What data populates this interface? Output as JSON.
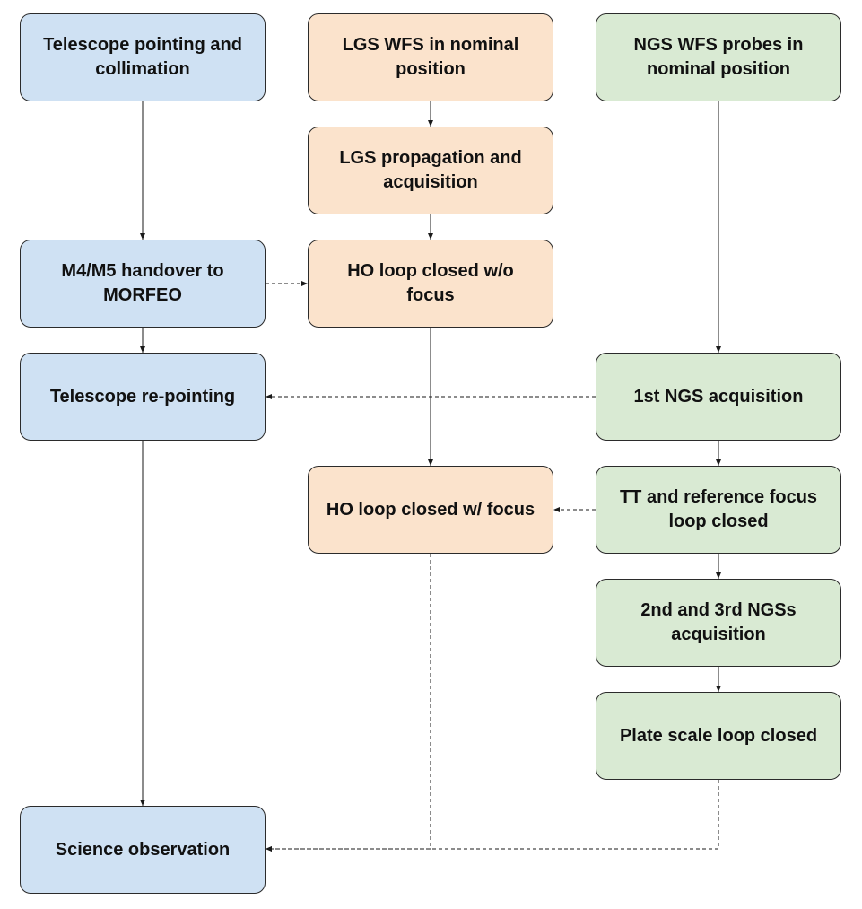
{
  "colors": {
    "blue": "#cfe1f3",
    "orange": "#fbe3cc",
    "green": "#d9ead3",
    "line": "#1a1a1a"
  },
  "nodes": {
    "telescope_pointing": {
      "label": "Telescope pointing and collimation",
      "color": "blue"
    },
    "lgs_wfs_nominal": {
      "label": "LGS WFS in nominal position",
      "color": "orange"
    },
    "ngs_wfs_nominal": {
      "label": "NGS WFS probes in nominal position",
      "color": "green"
    },
    "lgs_propagation": {
      "label": "LGS propagation and acquisition",
      "color": "orange"
    },
    "m4m5_handover": {
      "label": "M4/M5 handover to MORFEO",
      "color": "blue"
    },
    "ho_loop_wo_focus": {
      "label": "HO loop closed w/o focus",
      "color": "orange"
    },
    "telescope_repointing": {
      "label": "Telescope re-pointing",
      "color": "blue"
    },
    "first_ngs": {
      "label": "1st NGS acquisition",
      "color": "green"
    },
    "ho_loop_w_focus": {
      "label": "HO loop closed w/ focus",
      "color": "orange"
    },
    "tt_reference_focus": {
      "label": "TT and reference focus loop closed",
      "color": "green"
    },
    "second_third_ngs": {
      "label": "2nd and 3rd NGSs acquisition",
      "color": "green"
    },
    "plate_scale": {
      "label": "Plate scale loop closed",
      "color": "green"
    },
    "science_observation": {
      "label": "Science observation",
      "color": "blue"
    }
  },
  "edges": [
    {
      "from": "telescope_pointing",
      "to": "m4m5_handover",
      "style": "solid"
    },
    {
      "from": "m4m5_handover",
      "to": "telescope_repointing",
      "style": "solid"
    },
    {
      "from": "telescope_repointing",
      "to": "science_observation",
      "style": "solid"
    },
    {
      "from": "lgs_wfs_nominal",
      "to": "lgs_propagation",
      "style": "solid"
    },
    {
      "from": "lgs_propagation",
      "to": "ho_loop_wo_focus",
      "style": "solid"
    },
    {
      "from": "ho_loop_wo_focus",
      "to": "ho_loop_w_focus",
      "style": "solid"
    },
    {
      "from": "ngs_wfs_nominal",
      "to": "first_ngs",
      "style": "solid"
    },
    {
      "from": "first_ngs",
      "to": "tt_reference_focus",
      "style": "solid"
    },
    {
      "from": "tt_reference_focus",
      "to": "second_third_ngs",
      "style": "solid"
    },
    {
      "from": "second_third_ngs",
      "to": "plate_scale",
      "style": "solid"
    },
    {
      "from": "m4m5_handover",
      "to": "ho_loop_wo_focus",
      "style": "dashed"
    },
    {
      "from": "first_ngs",
      "to": "telescope_repointing",
      "style": "dashed"
    },
    {
      "from": "tt_reference_focus",
      "to": "ho_loop_w_focus",
      "style": "dashed"
    },
    {
      "from": "ho_loop_w_focus",
      "to": "science_observation",
      "style": "dashed"
    },
    {
      "from": "plate_scale",
      "to": "science_observation",
      "style": "dashed"
    }
  ]
}
